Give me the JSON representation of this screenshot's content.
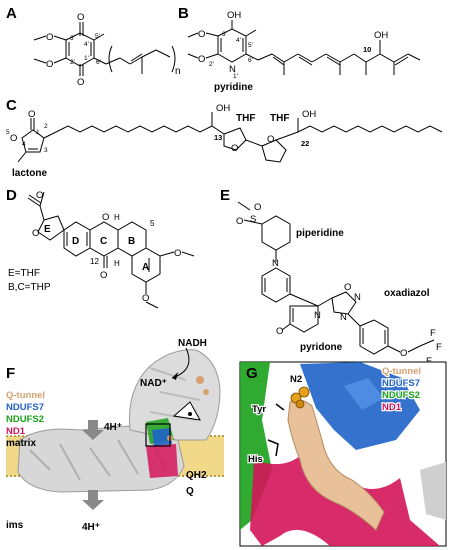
{
  "panels": {
    "A": {
      "label": "A",
      "numbers": [
        "3'",
        "4'",
        "5'",
        "2'",
        "1'",
        "6'"
      ],
      "atoms": [
        "O",
        "O",
        "O",
        "O"
      ],
      "repeat": "n"
    },
    "B": {
      "label": "B",
      "atoms": [
        "OH",
        "O",
        "O",
        "N",
        "OH"
      ],
      "numbers": [
        "3'",
        "4'",
        "5'",
        "2'",
        "1'",
        "6'",
        "10"
      ],
      "name": "pyridine"
    },
    "C": {
      "label": "C",
      "atoms": [
        "O",
        "O",
        "OH",
        "O",
        "O",
        "OH"
      ],
      "numbers": [
        "1",
        "2",
        "5",
        "4",
        "3",
        "13",
        "22"
      ],
      "names": [
        "THF",
        "THF",
        "lactone"
      ]
    },
    "D": {
      "label": "D",
      "atoms": [
        "O",
        "O",
        "O",
        "O",
        "O",
        "O"
      ],
      "ring_letters": [
        "E",
        "D",
        "C",
        "B",
        "A"
      ],
      "numbers": [
        "12",
        "5"
      ],
      "hydrogens": [
        "H",
        "H"
      ],
      "notes": [
        "E=THF",
        "B,C=THP"
      ]
    },
    "E": {
      "label": "E",
      "atoms": [
        "S",
        "O",
        "O",
        "N",
        "N",
        "O",
        "N",
        "O",
        "N",
        "O",
        "F",
        "F",
        "F"
      ],
      "names": [
        "piperidine",
        "oxadiazol",
        "pyridone"
      ]
    },
    "F": {
      "label": "F",
      "legend": [
        "Q-tunnel",
        "NDUFS7",
        "NDUFS2",
        "ND1"
      ],
      "labels": [
        "NADH",
        "NAD⁺",
        "4H⁺",
        "matrix",
        "ims",
        "4H⁺",
        "QH2",
        "Q"
      ]
    },
    "G": {
      "label": "G",
      "legend": [
        "Q-tunnel",
        "NDUFS7",
        "NDUFS2",
        "ND1"
      ],
      "labels": [
        "N2",
        "Tyr",
        "His"
      ]
    }
  },
  "colors": {
    "q_tunnel": "#d8a070",
    "ndufs7": "#1f63c8",
    "ndufs2": "#1aa11a",
    "nd1": "#d4145a",
    "membrane": "#f2d98a"
  }
}
